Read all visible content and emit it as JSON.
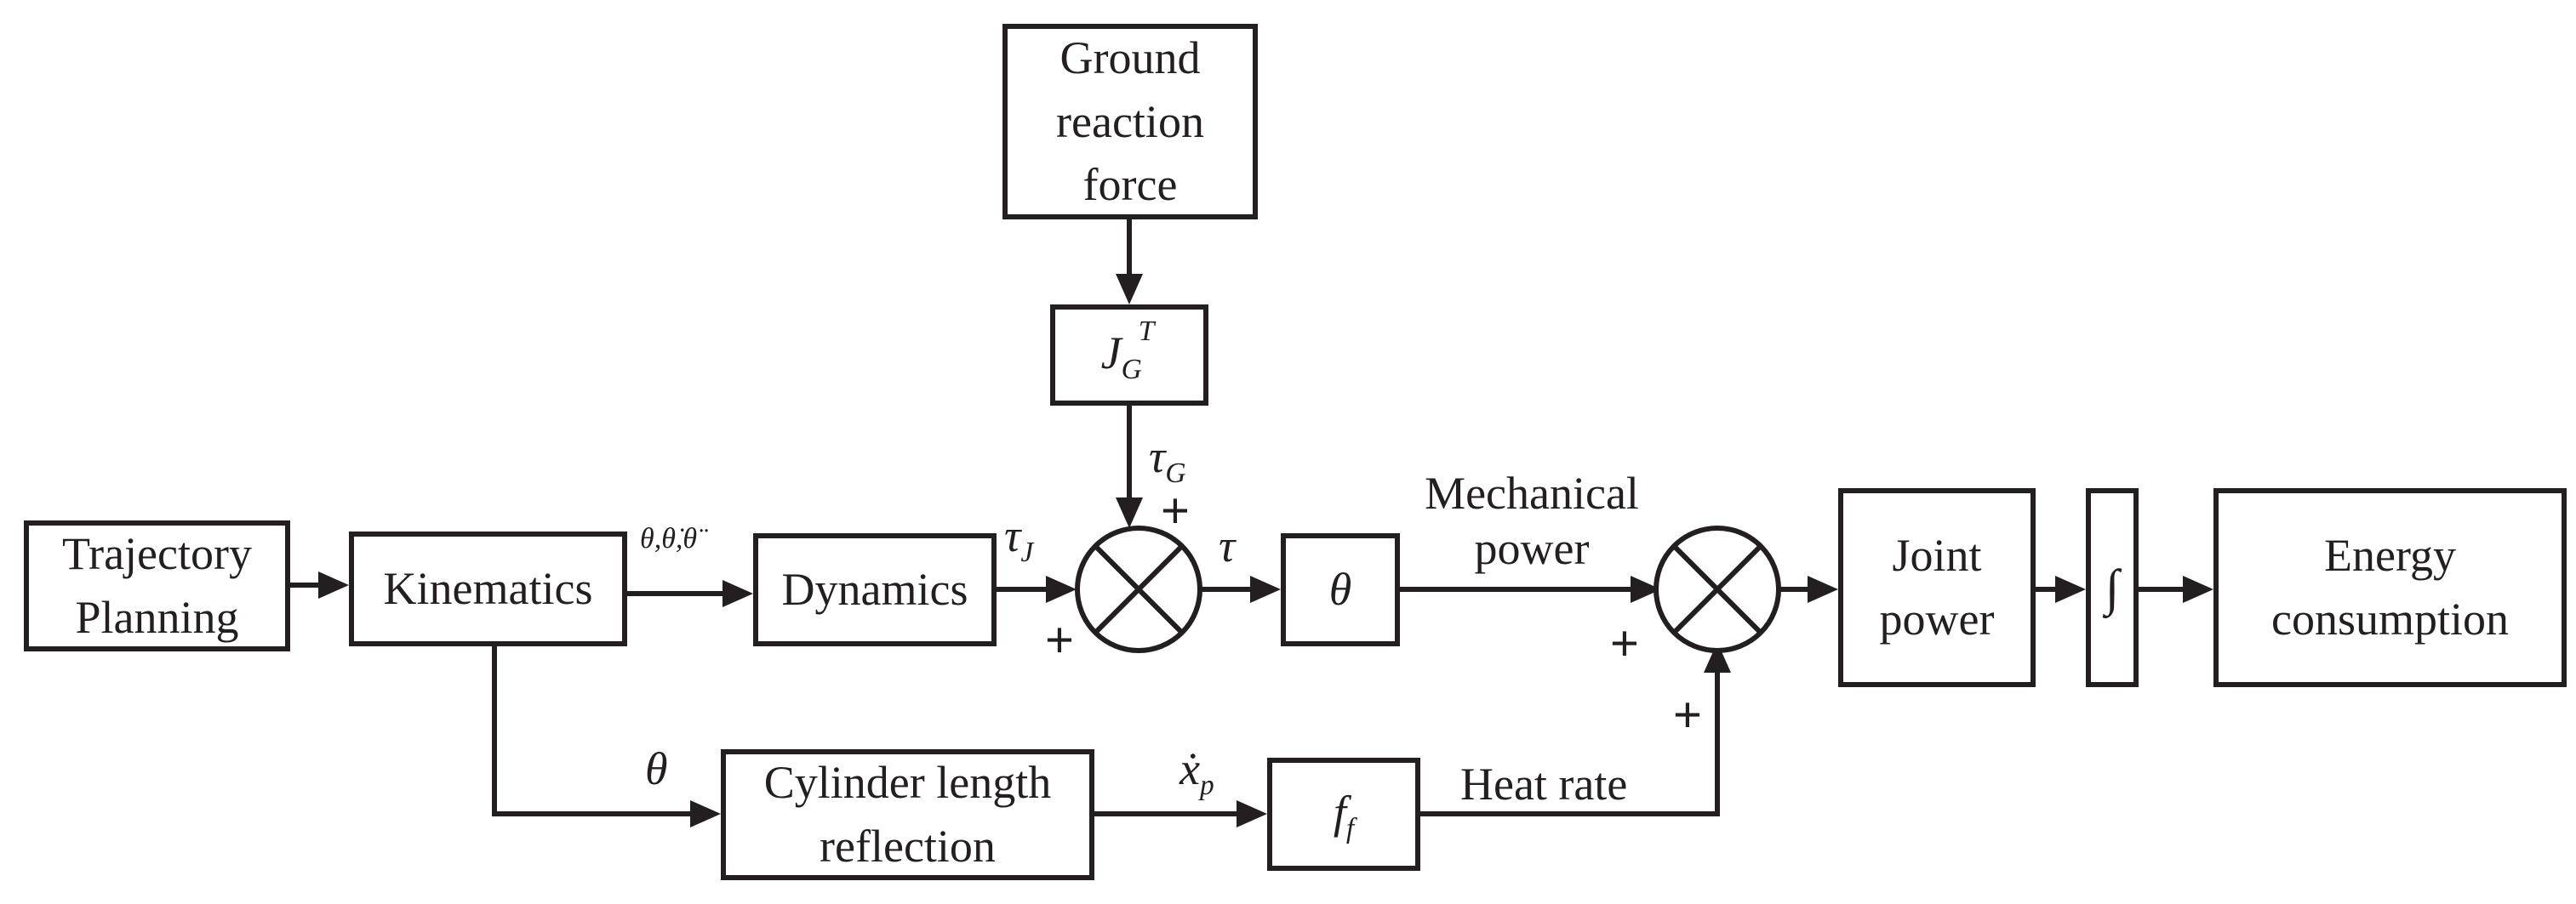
{
  "blocks": {
    "ground_reaction": [
      "Ground",
      "reaction",
      "force"
    ],
    "jacobian": {
      "base": "J",
      "sub": "G",
      "sup": "T"
    },
    "trajectory": [
      "Trajectory",
      "Planning"
    ],
    "kinematics": "Kinematics",
    "dynamics": "Dynamics",
    "theta_block": "θ",
    "cylinder": [
      "Cylinder length",
      "reflection"
    ],
    "friction": {
      "base": "f",
      "sub": "f"
    },
    "joint_power": [
      "Joint",
      "power"
    ],
    "integral": "∫",
    "energy": [
      "Energy",
      "consumption"
    ]
  },
  "signals": {
    "kinematics_out": "θ,θ̇,θ̈",
    "tau_j": {
      "base": "τ",
      "sub": "J"
    },
    "tau_g": {
      "base": "τ",
      "sub": "G"
    },
    "tau": "τ",
    "theta_branch": "θ",
    "x_p": {
      "base": "ẋ",
      "sub": "p"
    },
    "mechanical_power": [
      "Mechanical",
      "power"
    ],
    "heat_rate": "Heat rate"
  },
  "signs": {
    "sum1_top": "+",
    "sum1_left": "+",
    "sum2_left": "+",
    "sum2_bottom": "+"
  }
}
